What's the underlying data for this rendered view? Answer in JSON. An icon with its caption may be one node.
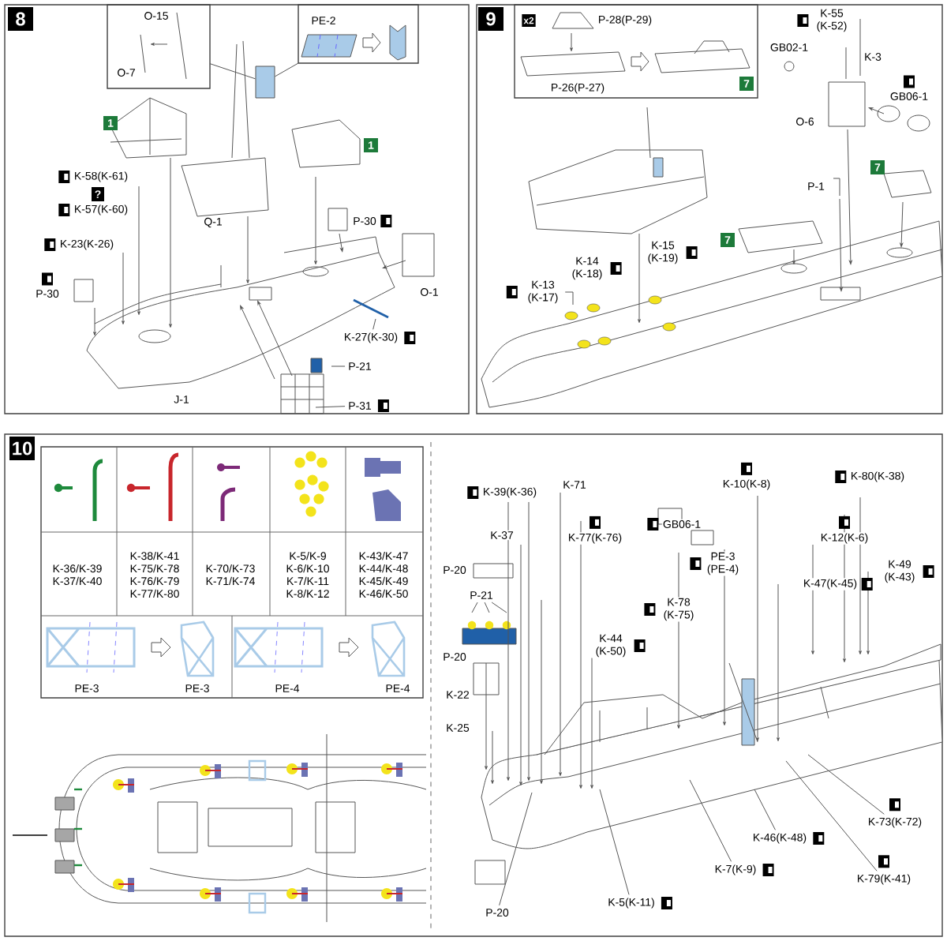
{
  "diagram": {
    "nodes": [
      {
        "text": [
          "8"
        ]
      },
      {
        "text": [
          "O-15",
          "O-7"
        ],
        "in": 0
      },
      {
        "text": [
          "PE-2"
        ],
        "in": 0
      },
      {
        "text": [
          "9"
        ]
      },
      {
        "text": [
          "x2",
          "P-28(P-29)",
          "P-26(P-27)",
          "7"
        ],
        "in": 3
      },
      {
        "text": [
          "10"
        ]
      },
      {
        "text": [
          "K-36/K-39 K-37/K-40",
          "K-38/K-41 K-75/K-78 K-76/K-79 K-77/K-80",
          "K-70/K-73 K-71/K-74",
          "K-5/K-9 K-6/K-10 K-7/K-11 K-8/K-12",
          "K-43/K-47 K-44/K-48 K-45/K-49 K-46/K-50",
          "PE-3",
          "PE-3",
          "PE-4",
          "PE-4"
        ],
        "in": 5
      },
      {
        "text": [
          "K-27(K-30)"
        ],
        "in": 0
      },
      {
        "text": [
          "P-21"
        ],
        "in": 0
      },
      {
        "text": [
          "P-31"
        ],
        "in": 0
      },
      {
        "text": [
          "K-13 (K-17)"
        ],
        "in": 3
      },
      {
        "text": [
          "P-21"
        ],
        "in": 5
      },
      {
        "text": [
          "K-73(K-72)"
        ],
        "in": 5
      },
      {
        "text": [
          "K-46(K-48)"
        ],
        "in": 5
      },
      {
        "text": [
          "K-7(K-9)"
        ],
        "in": 5
      },
      {
        "text": [
          "K-79(K-41)"
        ],
        "in": 5
      },
      {
        "text": [
          "K-5(K-11)"
        ],
        "in": 5
      },
      {
        "text": [
          "P-20"
        ],
        "in": 5
      },
      {
        "text": [],
        "shape": "box",
        "in": 0
      }
    ],
    "edges": [
      {
        "from": 1,
        "to": 18,
        "arrow": "none"
      },
      {
        "from": 2,
        "to": 18,
        "arrow": "none"
      },
      {
        "from": 7,
        "to": null,
        "arrow": "none"
      },
      {
        "from": 8,
        "to": null,
        "arrow": "none"
      },
      {
        "from": 9,
        "to": null,
        "arrow": "none"
      },
      {
        "from": 10,
        "to": null,
        "arrow": "none"
      },
      {
        "from": 11,
        "to": null,
        "arrow": "none"
      },
      {
        "from": 11,
        "to": null,
        "arrow": "none"
      },
      {
        "from": 11,
        "to": null,
        "arrow": "none"
      },
      {
        "from": 12,
        "to": null,
        "arrow": "none"
      },
      {
        "from": 13,
        "to": null,
        "arrow": "none"
      },
      {
        "from": 14,
        "to": null,
        "arrow": "none"
      },
      {
        "from": 15,
        "to": null,
        "arrow": "none"
      },
      {
        "from": 16,
        "to": null,
        "arrow": "none"
      },
      {
        "from": 17,
        "to": null,
        "arrow": "none"
      }
    ],
    "labels": [
      "1",
      "1",
      "K-58(K-61)",
      "?",
      "K-57(K-60)",
      "Q-1",
      "P-30",
      "K-23(K-26)",
      "P-30",
      "O-1",
      "J-1",
      "K-55 (K-52)",
      "GB02-1",
      "K-3",
      "GB06-1",
      "O-6",
      "7",
      "P-1",
      "7",
      "K-15 (K-19)",
      "K-14 (K-18)",
      "K-39(K-36)",
      "K-71",
      "K-10(K-8)",
      "K-80(K-38)",
      "K-37",
      "K-77(K-76)",
      "GB06-1",
      "K-12(K-6)",
      "P-20",
      "PE-3 (PE-4)",
      "K-49 (K-43)",
      "K-47(K-45)",
      "K-78 (K-75)",
      "P-20",
      "K-44 (K-50)",
      "K-22",
      "K-25"
    ]
  }
}
